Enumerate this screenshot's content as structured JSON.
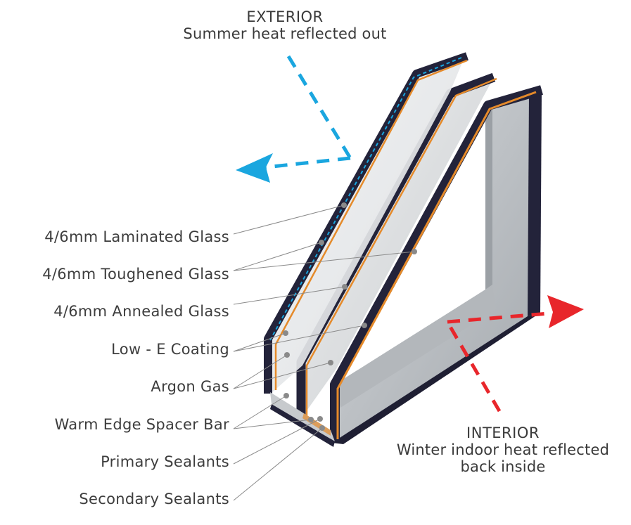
{
  "exterior": {
    "title": "EXTERIOR",
    "subtitle": "Summer heat reflected out"
  },
  "interior": {
    "title": "INTERIOR",
    "subtitle_line1": "Winter indoor heat reflected",
    "subtitle_line2": "back inside"
  },
  "labels": [
    "4/6mm Laminated Glass",
    "4/6mm Toughened Glass",
    "4/6mm Annealed Glass",
    "Low - E Coating",
    "Argon Gas",
    "Warm Edge Spacer Bar",
    "Primary Sealants",
    "Secondary Sealants"
  ],
  "colors": {
    "summer_arrow": "#1aa6df",
    "winter_arrow": "#e8262b",
    "frame": "#23233a",
    "spacer": "#e58a2a",
    "leader": "#8a8a8a"
  }
}
